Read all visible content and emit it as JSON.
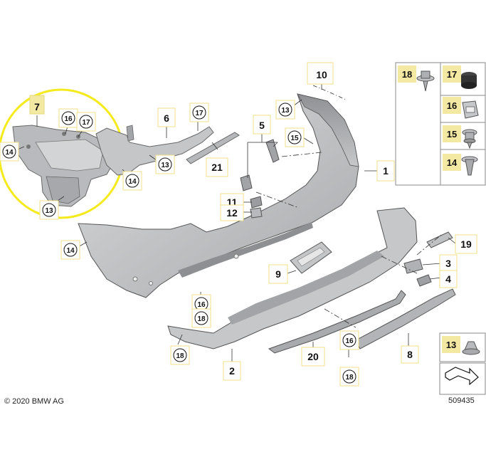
{
  "callouts": {
    "c14a": "14",
    "c16a": "16",
    "c17a": "17",
    "c13a": "13",
    "c14b": "14",
    "c13b": "13",
    "c17b": "17",
    "c13c": "13",
    "c15a": "15",
    "c14c": "14",
    "c16b": "16",
    "c18a": "18",
    "c18b": "18",
    "c16c": "16",
    "c18c": "18"
  },
  "labels": {
    "p7": "7",
    "p6": "6",
    "p10": "10",
    "p5": "5",
    "p1": "1",
    "p21": "21",
    "p11": "11",
    "p12": "12",
    "p9": "9",
    "p19": "19",
    "p3": "3",
    "p4": "4",
    "p2": "2",
    "p20": "20",
    "p8": "8"
  },
  "legend": {
    "k18": "18",
    "k17": "17",
    "k16": "16",
    "k15": "15",
    "k14": "14",
    "k13": "13"
  },
  "footer": {
    "copyright": "© 2020 BMW AG",
    "drawing_number": "509435"
  },
  "colors": {
    "highlight": "#f5ea1c",
    "label_box": "#f4e9a2",
    "part_fill": "#c8c9cb",
    "part_dark": "#9a9b9e",
    "line": "#333333"
  }
}
